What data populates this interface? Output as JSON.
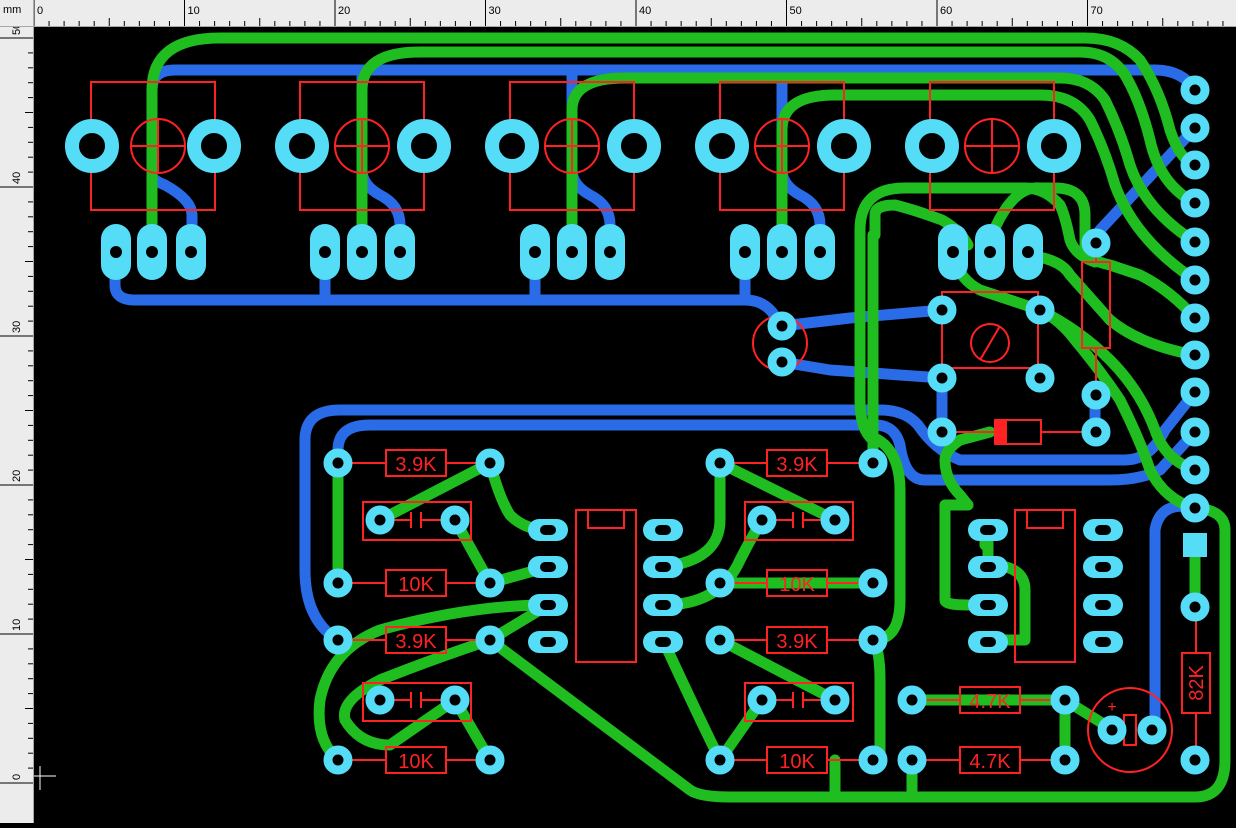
{
  "ruler": {
    "unit": "mm",
    "x_ticks": [
      "0",
      "10",
      "20",
      "30",
      "40",
      "50",
      "60",
      "70"
    ],
    "y_ticks": [
      "50",
      "40",
      "30",
      "20",
      "10",
      "0"
    ]
  },
  "components": {
    "r1": "3.9K",
    "r2": "10K",
    "r3": "3.9K",
    "r4": "10K",
    "r5": "3.9K",
    "r6": "10K",
    "r7": "3.9K",
    "r8": "10K",
    "r9": "4.7K",
    "r10": "4.7K",
    "r11": "82K",
    "cap_plus": "+"
  },
  "colors": {
    "ruler_bg": "#ececec",
    "board_bg": "#000000",
    "pad": "#55dcf7",
    "top_copper": "#1fbd1f",
    "bottom_copper": "#2a6be8",
    "silkscreen": "#ff2222"
  }
}
